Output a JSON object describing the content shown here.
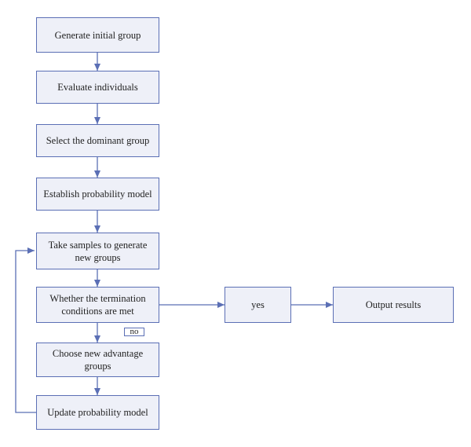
{
  "steps": {
    "generate": "Generate initial group",
    "evaluate": "Evaluate individuals",
    "select": "Select the dominant group",
    "establish": "Establish probability model",
    "sample": "Take samples to generate new groups",
    "check": "Whether the termination conditions are met",
    "choose": "Choose new advantage groups",
    "update": "Update probability model"
  },
  "branches": {
    "yes": "yes",
    "no": "no"
  },
  "output": "Output results",
  "colors": {
    "box_fill": "#eef0f8",
    "border": "#5b6fb5",
    "arrow": "#5b6fb5"
  }
}
